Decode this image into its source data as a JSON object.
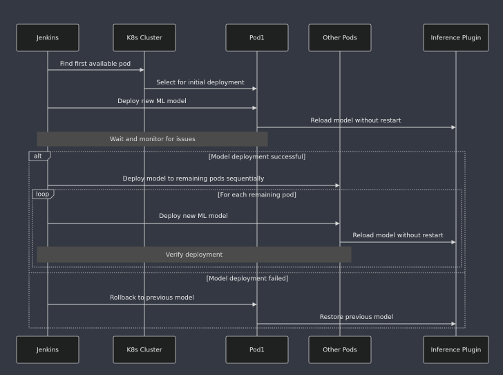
{
  "actors": [
    {
      "id": "jenkins",
      "label": "Jenkins"
    },
    {
      "id": "k8s",
      "label": "K8s Cluster"
    },
    {
      "id": "pod1",
      "label": "Pod1"
    },
    {
      "id": "otherpods",
      "label": "Other Pods"
    },
    {
      "id": "plugin",
      "label": "Inference Plugin"
    }
  ],
  "messages": [
    {
      "from": "jenkins",
      "to": "k8s",
      "label": "Find first available pod"
    },
    {
      "from": "k8s",
      "to": "pod1",
      "label": "Select for initial deployment"
    },
    {
      "from": "jenkins",
      "to": "pod1",
      "label": "Deploy new ML model"
    },
    {
      "from": "pod1",
      "to": "plugin",
      "label": "Reload model without restart"
    },
    {
      "from": "jenkins",
      "to": "otherpods",
      "label": "Deploy model to remaining pods sequentially"
    },
    {
      "from": "jenkins",
      "to": "otherpods",
      "label": "Deploy new ML model"
    },
    {
      "from": "otherpods",
      "to": "plugin",
      "label": "Reload model without restart"
    },
    {
      "from": "jenkins",
      "to": "pod1",
      "label": "Rollback to previous model"
    },
    {
      "from": "pod1",
      "to": "plugin",
      "label": "Restore previous model"
    }
  ],
  "notes": [
    {
      "over": [
        "jenkins",
        "pod1"
      ],
      "label": "Wait and monitor for issues"
    },
    {
      "over": [
        "jenkins",
        "otherpods"
      ],
      "label": "Verify deployment"
    }
  ],
  "frames": {
    "alt": {
      "keyword": "alt",
      "condition": "[Model deployment successful]"
    },
    "loop": {
      "keyword": "loop",
      "condition": "[For each remaining pod]"
    },
    "else": {
      "condition": "[Model deployment failed]"
    }
  },
  "colors": {
    "background": "#333842",
    "actor_fill": "#1f2020",
    "line": "#d6d6d6",
    "note_fill": "#4b4b4b",
    "text": "#ececec"
  }
}
